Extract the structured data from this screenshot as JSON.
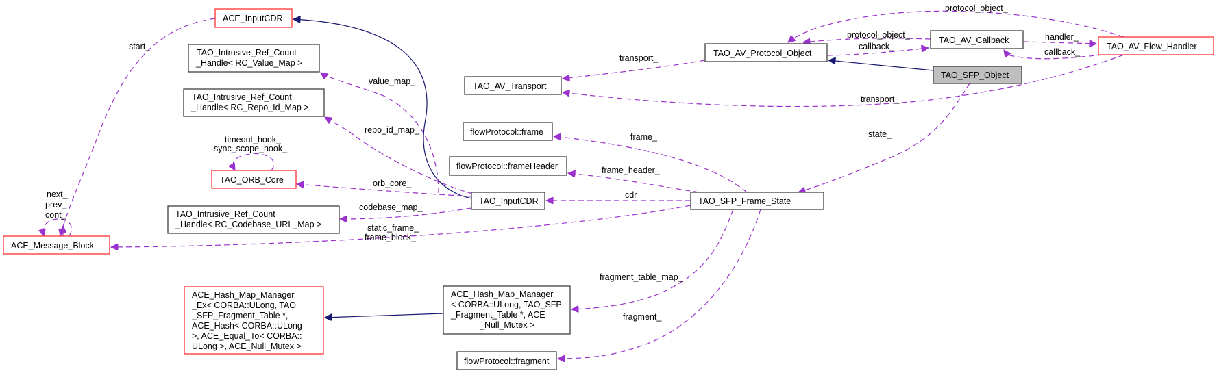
{
  "diagram": {
    "title": "Collaboration diagram for TAO_SFP_Object",
    "colors": {
      "uses_edge": "#9a32cd",
      "inherit_edge": "#191970",
      "incomplete_border": "#ff3333",
      "normal_border": "#404040",
      "focus_fill": "#bfbfbf"
    },
    "nodes": {
      "ace_inputcdr": {
        "lines": [
          "ACE_InputCDR"
        ],
        "style": "red"
      },
      "value_map": {
        "lines": [
          "TAO_Intrusive_Ref_Count",
          "_Handle< RC_Value_Map >"
        ],
        "style": "normal"
      },
      "repo_id_map": {
        "lines": [
          "TAO_Intrusive_Ref_Count",
          "_Handle< RC_Repo_Id_Map >"
        ],
        "style": "normal"
      },
      "orb_core": {
        "lines": [
          "TAO_ORB_Core"
        ],
        "style": "red"
      },
      "codebase_map": {
        "lines": [
          "TAO_Intrusive_Ref_Count",
          "_Handle< RC_Codebase_URL_Map >"
        ],
        "style": "normal"
      },
      "message_block": {
        "lines": [
          "ACE_Message_Block"
        ],
        "style": "red"
      },
      "hash_map_ex": {
        "lines": [
          "ACE_Hash_Map_Manager",
          "_Ex< CORBA::ULong, TAO",
          "_SFP_Fragment_Table *,",
          " ACE_Hash< CORBA::ULong",
          " >, ACE_Equal_To< CORBA::",
          " ULong >, ACE_Null_Mutex >"
        ],
        "style": "red"
      },
      "av_transport": {
        "lines": [
          "TAO_AV_Transport"
        ],
        "style": "normal"
      },
      "fp_frame": {
        "lines": [
          "flowProtocol::frame"
        ],
        "style": "normal"
      },
      "fp_frame_header": {
        "lines": [
          "flowProtocol::frameHeader"
        ],
        "style": "normal"
      },
      "tao_inputcdr": {
        "lines": [
          "TAO_InputCDR"
        ],
        "style": "normal"
      },
      "hash_map": {
        "lines": [
          "ACE_Hash_Map_Manager",
          "< CORBA::ULong, TAO_SFP",
          "_Fragment_Table *, ACE",
          "_Null_Mutex >"
        ],
        "style": "normal"
      },
      "fp_fragment": {
        "lines": [
          "flowProtocol::fragment"
        ],
        "style": "normal"
      },
      "protocol_object": {
        "lines": [
          "TAO_AV_Protocol_Object"
        ],
        "style": "normal"
      },
      "frame_state": {
        "lines": [
          "TAO_SFP_Frame_State"
        ],
        "style": "normal"
      },
      "av_callback": {
        "lines": [
          "TAO_AV_Callback"
        ],
        "style": "normal"
      },
      "sfp_object": {
        "lines": [
          "TAO_SFP_Object"
        ],
        "style": "focus"
      },
      "flow_handler": {
        "lines": [
          "TAO_AV_Flow_Handler"
        ],
        "style": "red"
      }
    },
    "edge_labels": {
      "start": "start_",
      "value_map": "value_map_",
      "repo_id_map": "repo_id_map_",
      "orb_hooks_1": "timeout_hook_",
      "orb_hooks_2": "sync_scope_hook_",
      "orb_core": "orb_core_",
      "codebase_map": "codebase_map_",
      "mb_self_1": "next_",
      "mb_self_2": "prev_",
      "mb_self_3": "cont_",
      "static_frame": "static_frame_",
      "frame_block": "frame_block_",
      "transport_po": "transport_",
      "transport_fh": "transport_",
      "frame": "frame_",
      "frame_header": "frame_header_",
      "cdr": "cdr",
      "state": "state_",
      "fragment_table_map": "fragment_table_map_",
      "fragment": "fragment_",
      "protocol_object_cb": "protocol_object_",
      "callback_po": "callback_",
      "protocol_object_fh": "protocol_object_",
      "handler": "handler_",
      "callback_fh": "callback_"
    }
  }
}
